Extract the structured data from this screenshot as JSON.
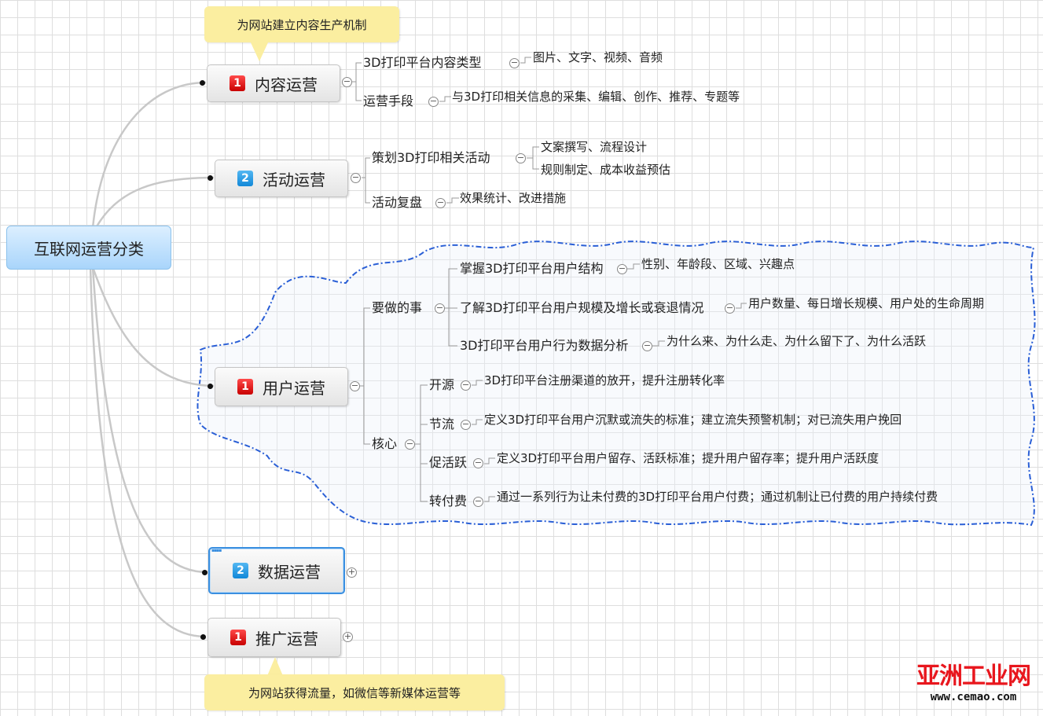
{
  "root": {
    "label": "互联网运营分类"
  },
  "branches": {
    "content": {
      "badge": "1",
      "label": "内容运营",
      "note": "为网站建立内容生产机制",
      "children": [
        {
          "label": "3D打印平台内容类型",
          "leaves": [
            "图片、文字、视频、音频"
          ]
        },
        {
          "label": "运营手段",
          "leaves": [
            "与3D打印相关信息的采集、编辑、创作、推荐、专题等"
          ]
        }
      ]
    },
    "activity": {
      "badge": "2",
      "label": "活动运营",
      "children": [
        {
          "label": "策划3D打印相关活动",
          "leaves": [
            "文案撰写、流程设计",
            "规则制定、成本收益预估"
          ]
        },
        {
          "label": "活动复盘",
          "leaves": [
            "效果统计、改进措施"
          ]
        }
      ]
    },
    "user": {
      "badge": "1",
      "label": "用户运营",
      "groups": [
        {
          "label": "要做的事",
          "children": [
            {
              "label": "掌握3D打印平台用户结构",
              "leaf": "性别、年龄段、区域、兴趣点"
            },
            {
              "label": "了解3D打印平台用户规模及增长或衰退情况",
              "leaf": "用户数量、每日增长规模、用户处的生命周期"
            },
            {
              "label": "3D打印平台用户行为数据分析",
              "leaf": "为什么来、为什么走、为什么留下了、为什么活跃"
            }
          ]
        },
        {
          "label": "核心",
          "children": [
            {
              "label": "开源",
              "leaf": "3D打印平台注册渠道的放开，提升注册转化率"
            },
            {
              "label": "节流",
              "leaf": "定义3D打印平台用户沉默或流失的标准；建立流失预警机制；对已流失用户挽回"
            },
            {
              "label": "促活跃",
              "leaf": "定义3D打印平台用户留存、活跃标准；提升用户留存率；提升用户活跃度"
            },
            {
              "label": "转付费",
              "leaf": "通过一系列行为让未付费的3D打印平台用户付费；通过机制让已付费的用户持续付费"
            }
          ]
        }
      ]
    },
    "data": {
      "badge": "2",
      "label": "数据运营",
      "collapsed_symbol": "+"
    },
    "promotion": {
      "badge": "1",
      "label": "推广运营",
      "collapsed_symbol": "+",
      "note": "为网站获得流量，如微信等新媒体运营等"
    }
  },
  "toggle_symbol": "−",
  "watermark": {
    "name": "亚洲工业网",
    "url": "www.cemao.com"
  },
  "colors": {
    "badge_red": "#e00000",
    "badge_blue": "#1a90dd",
    "boundary": "#2a5fd6",
    "callout": "#fbeea0",
    "root": "#b9defc"
  }
}
